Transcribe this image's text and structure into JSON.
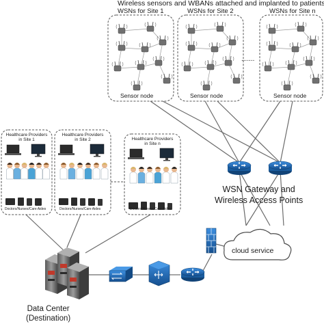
{
  "top_title": "Wireless sensors and WBANs attached and implanted to patients",
  "sites": [
    {
      "label": "WSNs for Site 1",
      "sensor_label": "Sensor node"
    },
    {
      "label": "WSNs for Site 2",
      "sensor_label": "Sensor node"
    },
    {
      "label": "WSNs for Site n",
      "sensor_label": "Sensor node"
    }
  ],
  "site_ellipsis": ".......",
  "providers": [
    {
      "title_line1": "Healthcare Providers",
      "title_line2": "in Site 1",
      "subtitle": "Doctors/Nurses/Care Aides"
    },
    {
      "title_line1": "Healthcare Providers",
      "title_line2": "in Site 2",
      "subtitle": "Doctors/Nurses/Care Aides"
    },
    {
      "title_line1": "Healthcare Providers",
      "title_line2": "in Site n",
      "subtitle": "Doctors/Nurses/Care Aides"
    }
  ],
  "gateway_label_line1": "WSN Gateway and",
  "gateway_label_line2": "Wireless Access Points",
  "cloud_label": "cloud service",
  "datacenter_label_line1": "Data Center",
  "datacenter_label_line2": "(Destination)",
  "colors": {
    "network_device": "#1f6bb8",
    "device_symbol": "#ffffff",
    "server": "#8a8a8a",
    "server_accent": "#c0392b",
    "sensor": "#6e6e6e",
    "dashed_border": "#555555",
    "link": "#666666"
  },
  "icons": [
    "sensor-node-icon",
    "router-icon",
    "switch-icon",
    "firewall-icon",
    "cloud-icon",
    "server-icon",
    "laptop-icon",
    "monitor-icon",
    "tablet-icon",
    "phone-icon",
    "medical-staff-icon"
  ]
}
